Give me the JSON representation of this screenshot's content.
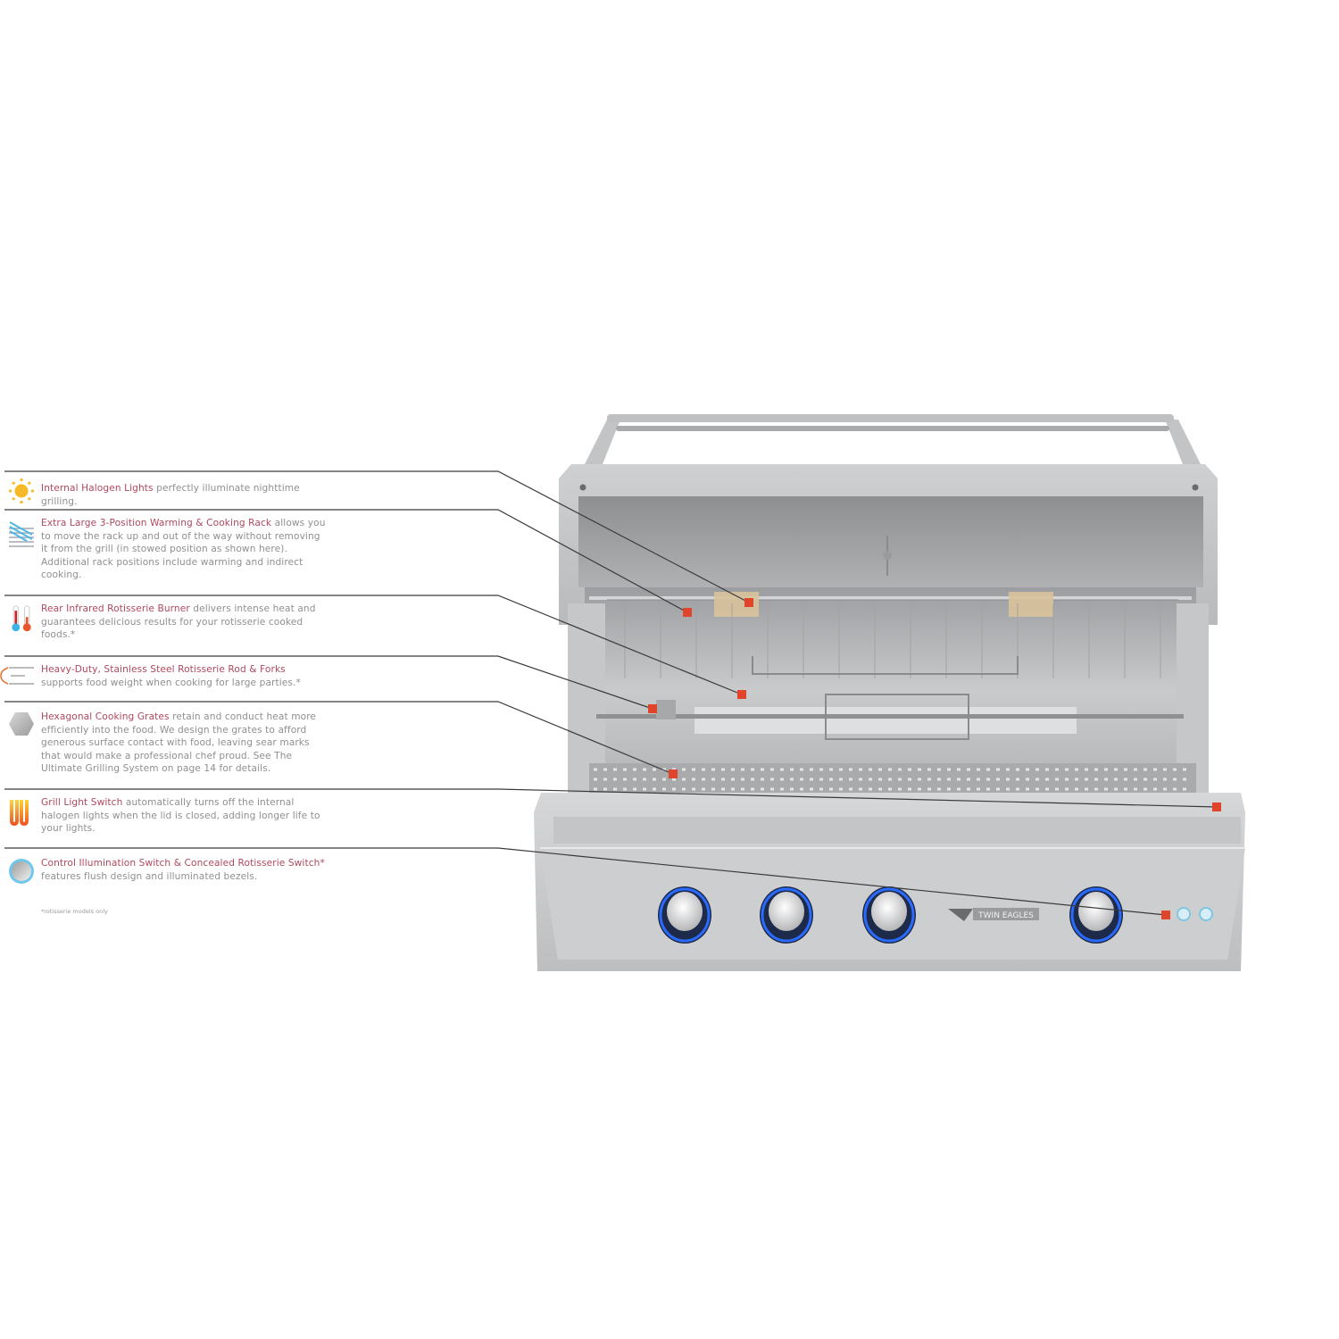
{
  "features": [
    {
      "title": "Internal Halogen Lights",
      "body": " perfectly illuminate nighttime grilling.",
      "icon": "sun-icon"
    },
    {
      "title": "Extra Large 3-Position Warming & Cooking Rack",
      "body": " allows you to move the rack up and out of the way without removing it from the grill (in stowed position as shown here). Additional rack positions include warming and indirect cooking.",
      "icon": "warming-rack-icon"
    },
    {
      "title": "Rear Infrared Rotisserie Burner",
      "body": " delivers intense heat and guarantees delicious results for your rotisserie cooked foods.*",
      "icon": "thermometer-icon"
    },
    {
      "title": "Heavy-Duty, Stainless Steel Rotisserie Rod & Forks",
      "body": " supports food weight when cooking for large parties.*",
      "icon": "rotisserie-rod-icon"
    },
    {
      "title": "Hexagonal Cooking Grates",
      "body": " retain and conduct heat more efficiently into the food. We design the grates to afford generous surface contact with food, leaving sear marks that would make a professional chef proud. See The Ultimate Grilling System on page 14 for details.",
      "icon": "hexagon-grate-icon"
    },
    {
      "title": "Grill Light Switch",
      "body": " automatically turns off the internal halogen lights when the lid is closed, adding longer life to your lights.",
      "icon": "heat-flame-icon"
    },
    {
      "title": "Control Illumination Switch & Concealed Rotisserie Switch*",
      "body": " features flush design and illuminated bezels.",
      "icon": "illuminated-switch-icon"
    }
  ],
  "footnote": "*rotisserie models only",
  "grill": {
    "brand_badge": "TWIN EAGLES",
    "knob_count": 4
  },
  "colors": {
    "title": "#b0485e",
    "body": "#8f8f8f",
    "marker": "#e0442a",
    "knob_glow": "#2a6bff"
  }
}
